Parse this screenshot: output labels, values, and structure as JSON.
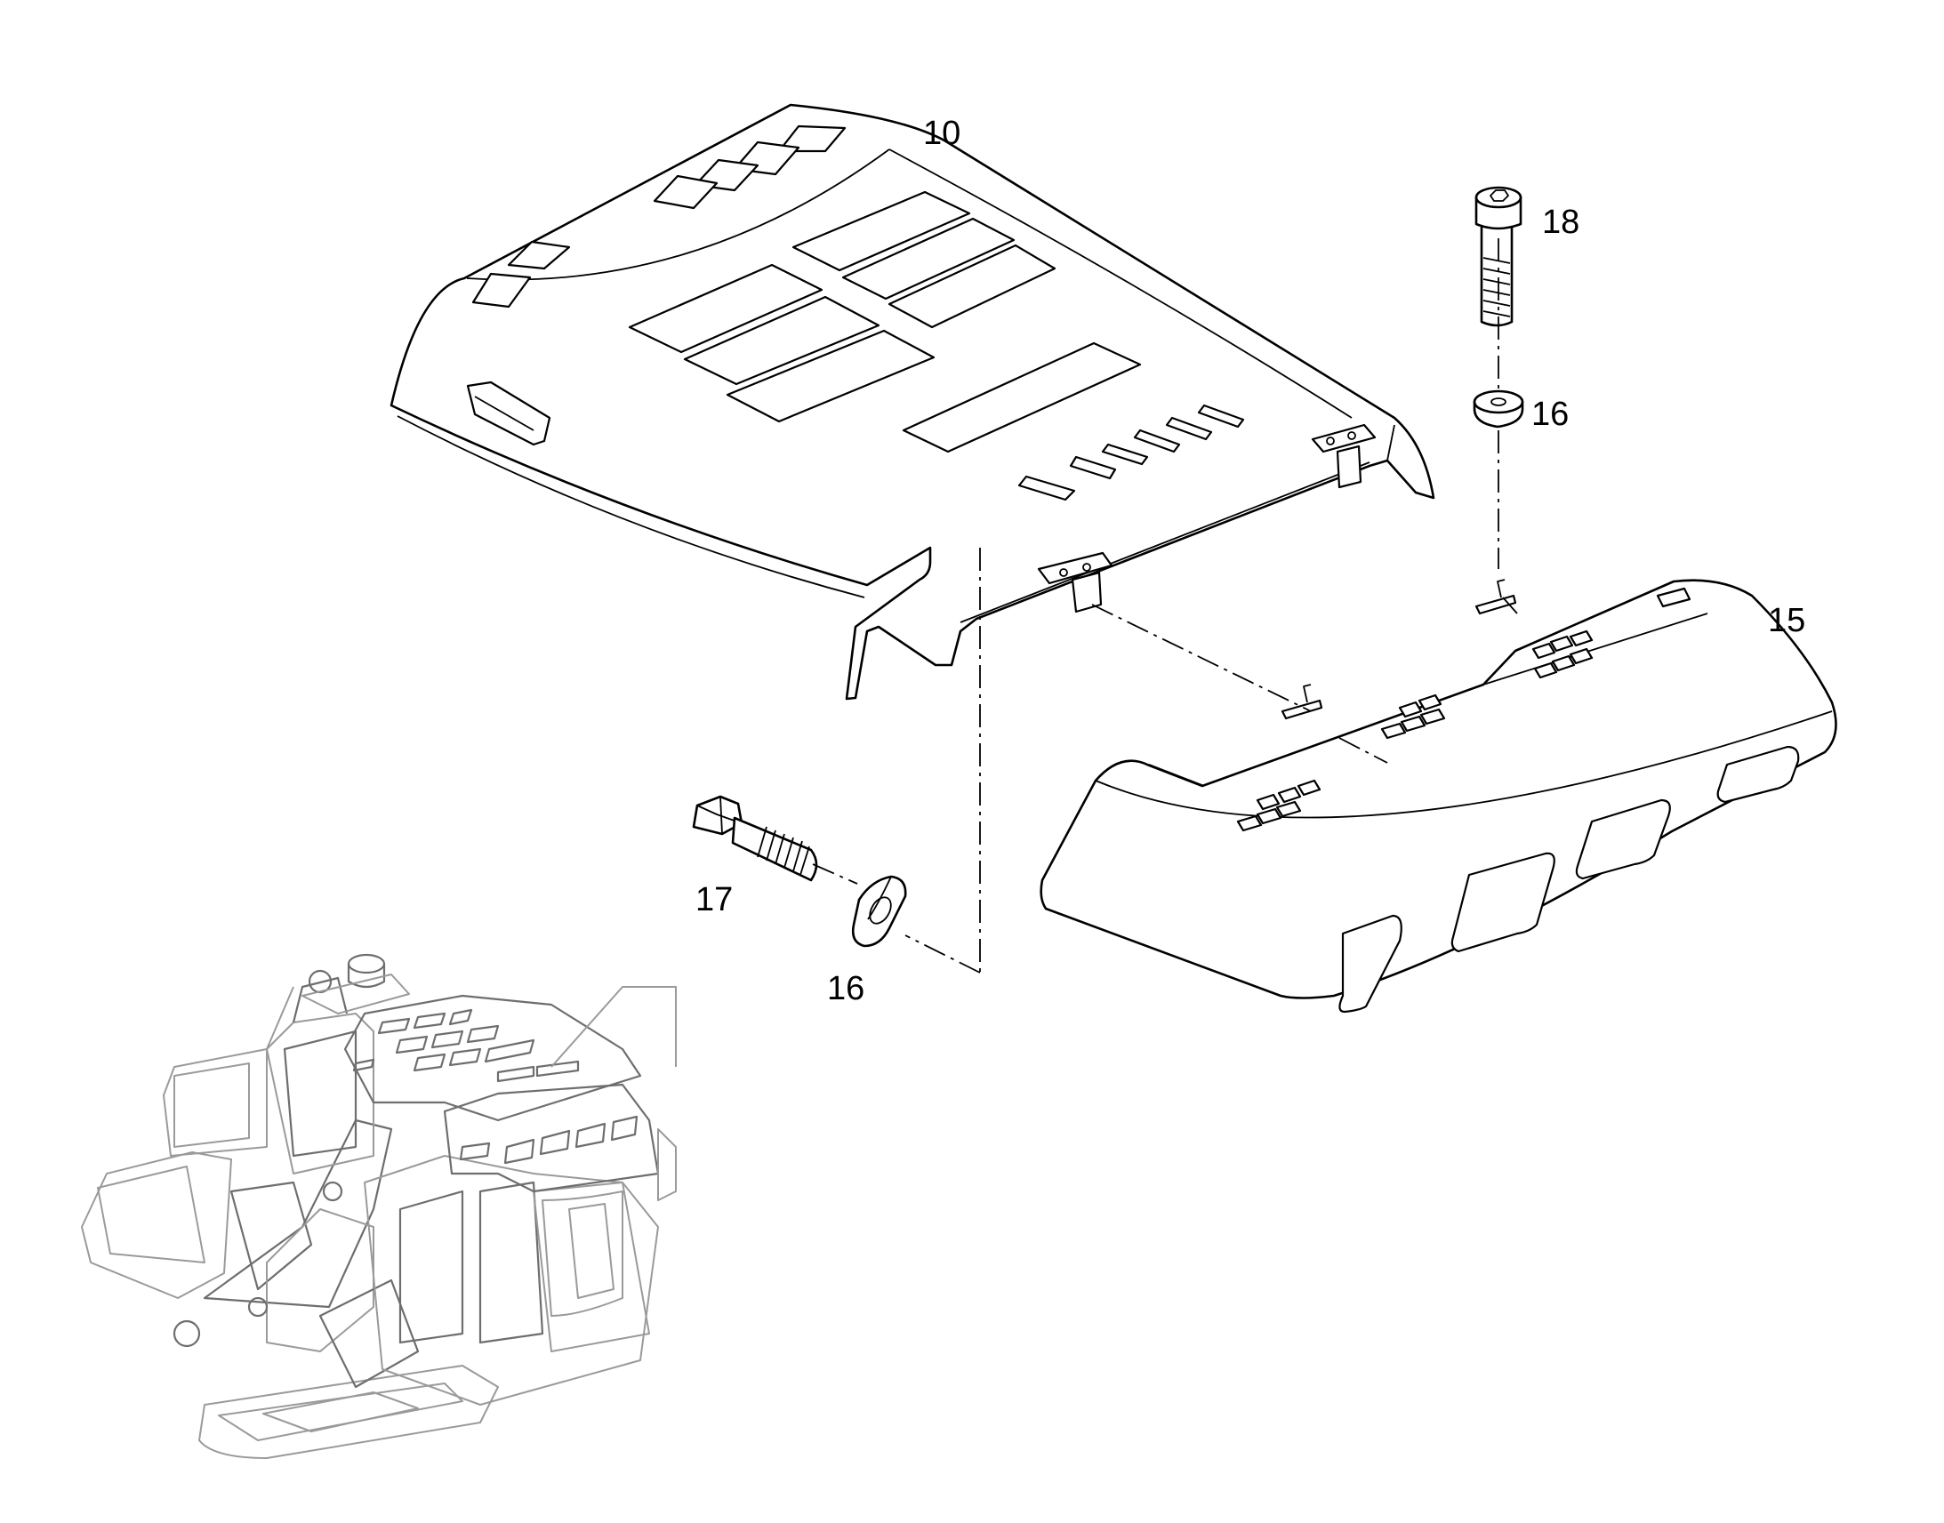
{
  "callouts": [
    {
      "id": "10",
      "label": "10",
      "part": "roof cover"
    },
    {
      "id": "18",
      "label": "18",
      "part": "socket head cap screw"
    },
    {
      "id": "16a",
      "label": "16",
      "part": "washer (upper)"
    },
    {
      "id": "15",
      "label": "15",
      "part": "rear cover"
    },
    {
      "id": "17",
      "label": "17",
      "part": "hex bolt"
    },
    {
      "id": "16b",
      "label": "16",
      "part": "washer (lower)"
    }
  ],
  "colors": {
    "line": "#000000",
    "background": "#ffffff",
    "context_machine": "#9a9a9a"
  }
}
